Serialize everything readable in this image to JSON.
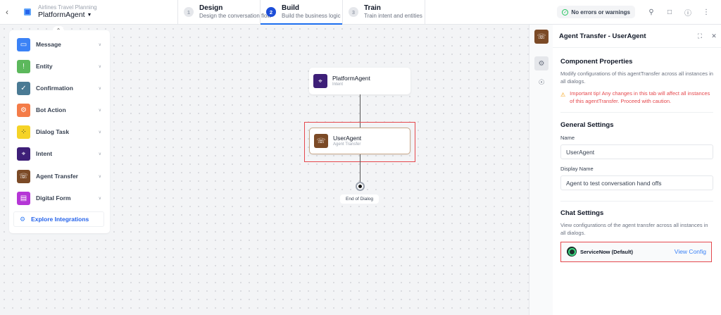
{
  "header": {
    "project_subtitle": "Airlines Travel Planning",
    "project_name": "PlatformAgent",
    "steps": [
      {
        "num": "1",
        "title": "Design",
        "desc": "Design the conversation flow",
        "active": false
      },
      {
        "num": "2",
        "title": "Build",
        "desc": "Build the business logic",
        "active": true
      },
      {
        "num": "3",
        "title": "Train",
        "desc": "Train intent and entities",
        "active": false
      }
    ],
    "status": "No errors or warnings",
    "icons": [
      "search-icon",
      "chat-icon",
      "help-icon",
      "more-icon"
    ]
  },
  "palette": {
    "items": [
      {
        "label": "Message",
        "color": "#3b82f6",
        "icon": "▭"
      },
      {
        "label": "Entity",
        "color": "#5cb85c",
        "icon": "!"
      },
      {
        "label": "Confirmation",
        "color": "#4a7a94",
        "icon": "✓"
      },
      {
        "label": "Bot Action",
        "color": "#f47c48",
        "icon": "⚙"
      },
      {
        "label": "Dialog Task",
        "color": "#f5d327",
        "icon": "⁘"
      },
      {
        "label": "Intent",
        "color": "#3e1f78",
        "icon": "⌖"
      },
      {
        "label": "Agent Transfer",
        "color": "#7b4a26",
        "icon": "☏"
      },
      {
        "label": "Digital Form",
        "color": "#b536d6",
        "icon": "▤"
      }
    ],
    "explore_label": "Explore Integrations"
  },
  "flow": {
    "nodes": [
      {
        "title": "PlatformAgent",
        "subtitle": "Intent",
        "color": "#3e1f78"
      },
      {
        "title": "UserAgent",
        "subtitle": "Agent Transfer",
        "color": "#7b4a26"
      }
    ],
    "end_label": "End of Dialog"
  },
  "panel": {
    "title": "Agent Transfer - UserAgent",
    "component": {
      "title": "Component Properties",
      "desc": "Modify configurations of this agentTransfer across all instances in all dialogs.",
      "warning": "Important tip! Any changes in this tab will affect all instances of this agentTransfer. Proceed with caution."
    },
    "general": {
      "title": "General Settings",
      "name_label": "Name",
      "name_value": "UserAgent",
      "display_label": "Display Name",
      "display_value": "Agent to test conversation hand offs"
    },
    "chat": {
      "title": "Chat Settings",
      "desc": "View configurations of the agent transfer across all instances in all dialogs.",
      "provider": "ServiceNow (Default)",
      "link": "View Config"
    }
  }
}
